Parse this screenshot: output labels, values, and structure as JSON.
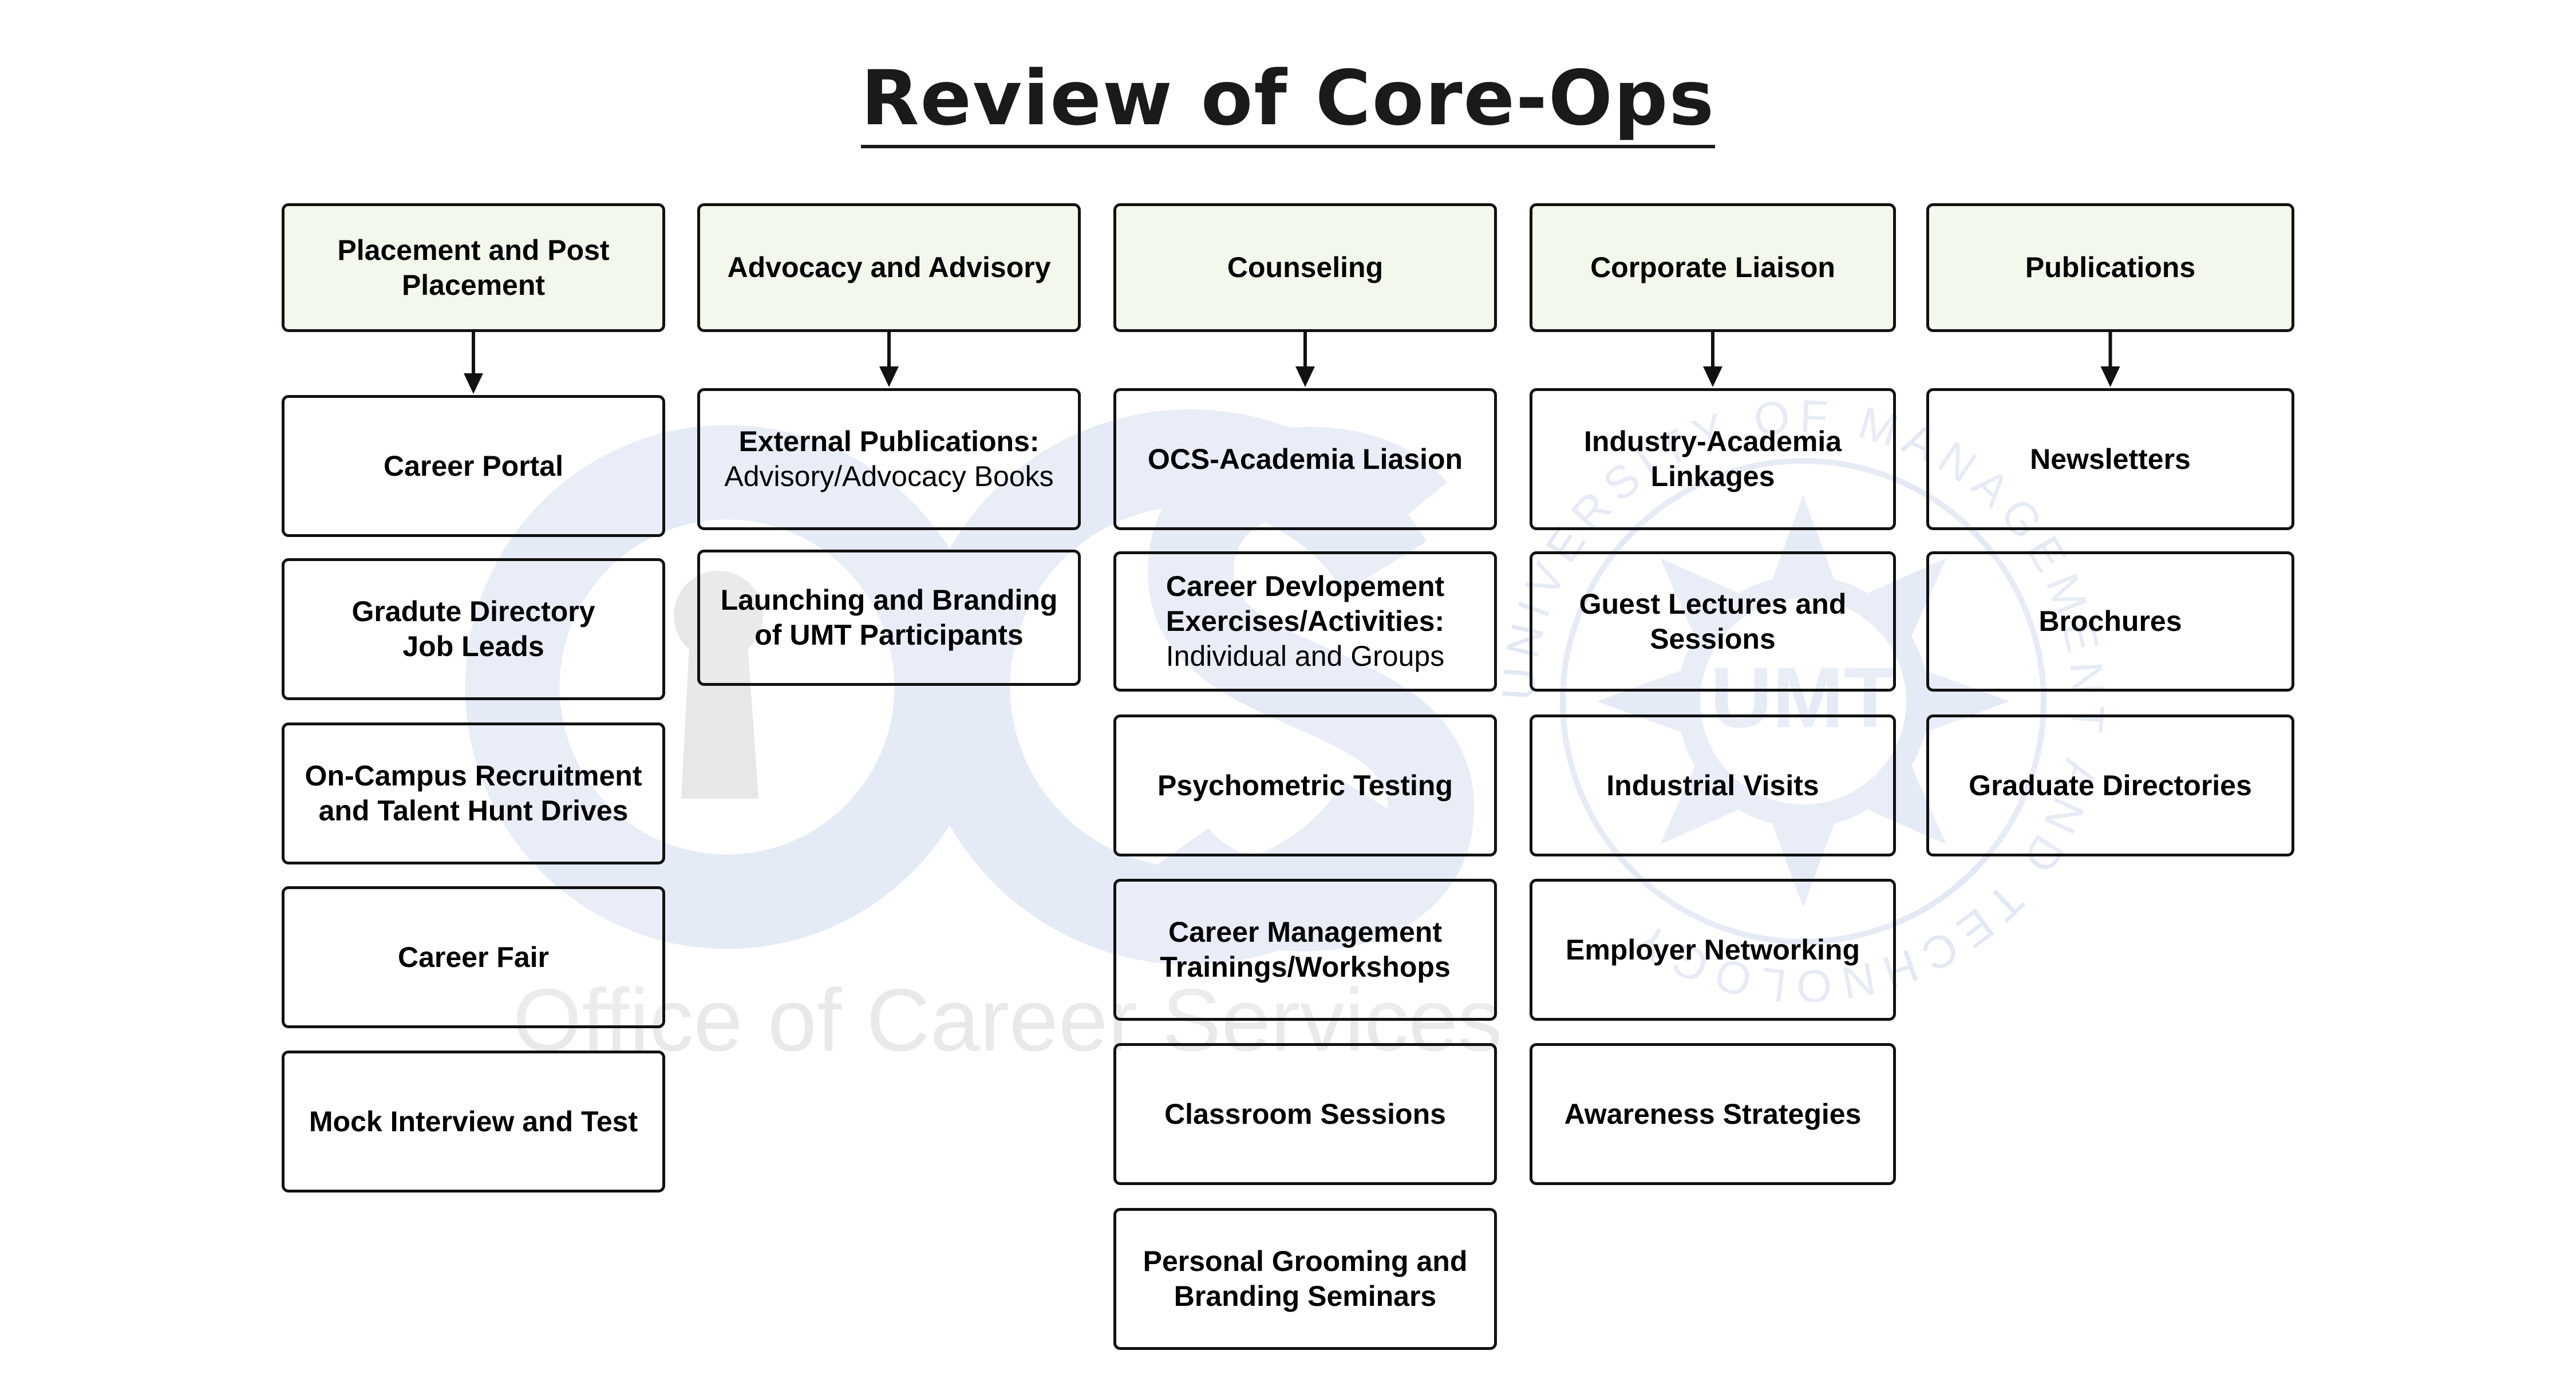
{
  "title": "Review of Core-Ops",
  "watermark": {
    "brand": "OCS",
    "caption": "Office of Career Services",
    "seal_text": "UNIVERSITY OF MANAGEMENT AND TECHNOLOGY",
    "seal_center": "UMT"
  },
  "columns": [
    {
      "header": [
        "Placement and Post",
        "Placement"
      ],
      "items": [
        [
          "Career Portal"
        ],
        [
          "Gradute Directory",
          "Job Leads"
        ],
        [
          "On-Campus Recruitment",
          "and Talent Hunt Drives"
        ],
        [
          "Career Fair"
        ],
        [
          "Mock Interview and Test"
        ]
      ]
    },
    {
      "header": [
        "Advocacy and Advisory"
      ],
      "items": [
        [
          "External Publications:",
          "Advisory/Advocacy Books"
        ],
        [
          "Launching and Branding",
          "of UMT Participants"
        ]
      ]
    },
    {
      "header": [
        "Counseling"
      ],
      "items": [
        [
          "OCS-Academia Liasion"
        ],
        [
          "Career Devlopement",
          "Exercises/Activities:",
          "Individual and Groups"
        ],
        [
          "Psychometric Testing"
        ],
        [
          "Career Management",
          "Trainings/Workshops"
        ],
        [
          "Classroom Sessions"
        ],
        [
          "Personal Grooming and",
          "Branding Seminars"
        ]
      ]
    },
    {
      "header": [
        "Corporate Liaison"
      ],
      "items": [
        [
          "Industry-Academia",
          "Linkages"
        ],
        [
          "Guest Lectures and",
          "Sessions"
        ],
        [
          "Industrial Visits"
        ],
        [
          "Employer Networking"
        ],
        [
          "Awareness Strategies"
        ]
      ]
    },
    {
      "header": [
        "Publications"
      ],
      "items": [
        [
          "Newsletters"
        ],
        [
          "Brochures"
        ],
        [
          "Graduate Directories"
        ]
      ]
    }
  ]
}
